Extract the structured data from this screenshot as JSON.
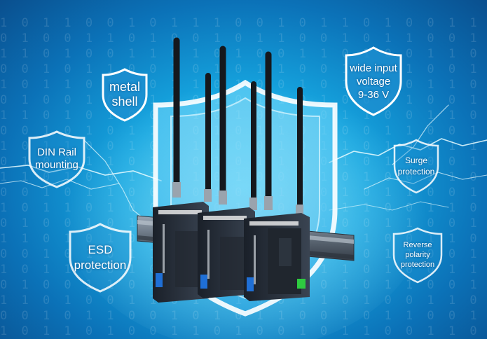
{
  "features": {
    "metal_shell": [
      "metal",
      "shell"
    ],
    "din_rail": [
      "DIN Rail",
      "mounting"
    ],
    "esd": [
      "ESD",
      "protection"
    ],
    "wide_input": [
      "wide input",
      "voltage",
      "9-36 V"
    ],
    "surge": [
      "Surge",
      "protection"
    ],
    "reverse_polarity": [
      "Reverse",
      "polarity",
      "protection"
    ]
  },
  "icons": {
    "badge": "shield-icon",
    "center": "large-shield-icon",
    "product": "router-device-icon",
    "antenna": "antenna-icon",
    "rail": "din-rail-icon"
  },
  "colors": {
    "background_center": "#3fd0f5",
    "background_edge": "#0a4f8e",
    "badge_fill": "#1e8fd0",
    "device_body": "#2b3340",
    "device_accent": "#1f6fd6",
    "terminal_green": "#2ecc40"
  }
}
